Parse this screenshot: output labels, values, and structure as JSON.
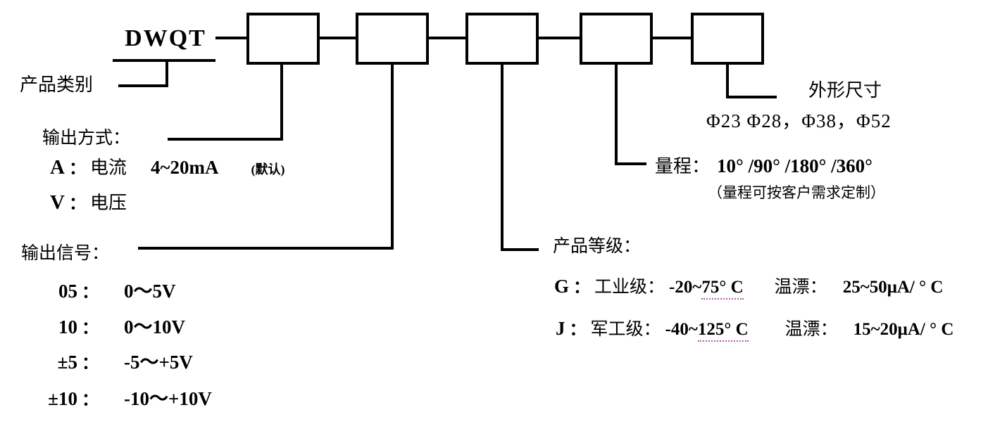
{
  "product": {
    "model": "DWQT",
    "category_label": "产品类别"
  },
  "output_mode": {
    "title": "输出方式：",
    "options": [
      {
        "code": "A",
        "colon": "：",
        "label": "电流",
        "value": "4~20mA",
        "note": "(默认)"
      },
      {
        "code": "V",
        "colon": "：",
        "label": "电压",
        "value": "",
        "note": ""
      }
    ]
  },
  "output_signal": {
    "title": "输出信号：",
    "options": [
      {
        "code": "05",
        "colon": "：",
        "value": "0～5V"
      },
      {
        "code": "10",
        "colon": "：",
        "value": "0～10V"
      },
      {
        "code": "±5",
        "colon": "：",
        "value": "-5～+5V"
      },
      {
        "code": "±10",
        "colon": "：",
        "value": "-10～+10V"
      }
    ]
  },
  "product_grade": {
    "title": "产品等级：",
    "options": [
      {
        "code": "G",
        "colon": "：",
        "label": "工业级：",
        "range_pre": "-20~",
        "range_ul": "75° C",
        "drift_label": "温漂：",
        "drift_value": "25~50μA/ ° C"
      },
      {
        "code": "J",
        "colon": "：",
        "label": "军工级：",
        "range_pre": "-40~",
        "range_ul": "125° C",
        "drift_label": "温漂：",
        "drift_value": "15~20μA/ ° C"
      }
    ]
  },
  "range": {
    "title": "量程：",
    "value": "10° /90° /180° /360°",
    "note": "（量程可按客户需求定制）"
  },
  "dimensions": {
    "title": "外形尺寸",
    "value": "Φ23  Φ28，Φ38，Φ52"
  },
  "colors": {
    "line": "#000000",
    "background": "#ffffff",
    "dotted_underline": "#b05ab0"
  }
}
